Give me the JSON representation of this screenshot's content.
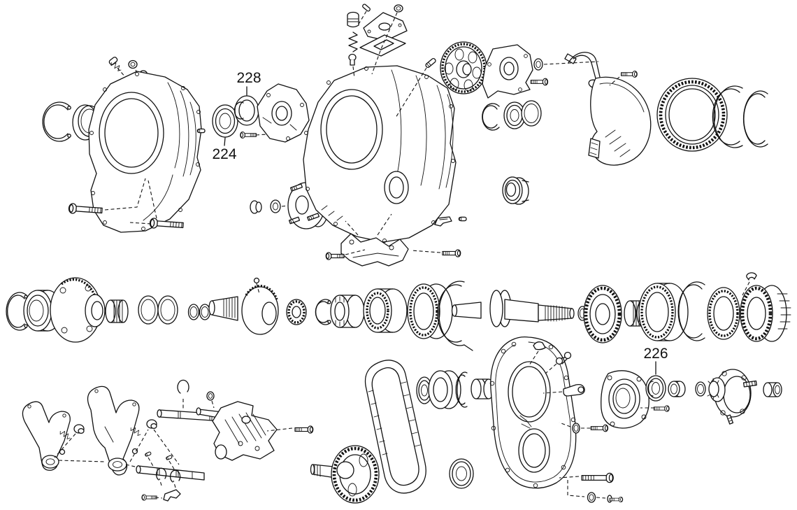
{
  "page": {
    "background": "#ffffff",
    "ink": "#111111"
  },
  "diagram": {
    "kind": "exploded-parts-diagram"
  },
  "callouts": {
    "c228": "228",
    "c224": "224",
    "c226": "226"
  }
}
